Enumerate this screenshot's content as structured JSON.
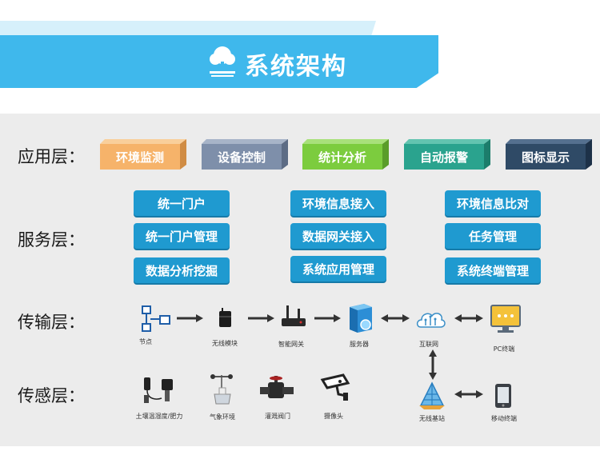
{
  "header": {
    "title": "系统架构"
  },
  "layers": {
    "application": "应用层：",
    "service": "服务层：",
    "transmission": "传输层：",
    "perception": "传感层："
  },
  "application_modules": [
    {
      "label": "环境监测",
      "color": "#f6b36a"
    },
    {
      "label": "设备控制",
      "color": "#7e8faa"
    },
    {
      "label": "统计分析",
      "color": "#7ccc3e"
    },
    {
      "label": "自动报警",
      "color": "#2aa38e"
    },
    {
      "label": "图标显示",
      "color": "#2f4a66"
    }
  ],
  "service_items": {
    "col1": [
      "统一门户",
      "统一门户管理",
      "数据分析挖掘"
    ],
    "col2": [
      "环境信息接入",
      "数据网关接入",
      "系统应用管理"
    ],
    "col3": [
      "环境信息比对",
      "任务管理",
      "系统终端管理"
    ]
  },
  "transmission_nodes": [
    {
      "label": "节点",
      "icon": "node-icon"
    },
    {
      "label": "无线模块",
      "icon": "wireless-module-icon"
    },
    {
      "label": "智能网关",
      "icon": "gateway-icon"
    },
    {
      "label": "服务器",
      "icon": "server-icon"
    },
    {
      "label": "互联网",
      "icon": "cloud-icon"
    },
    {
      "label": "PC终端",
      "icon": "pc-icon"
    }
  ],
  "perception_nodes": [
    {
      "label": "土壤温湿度/肥力",
      "icon": "soil-sensor-icon"
    },
    {
      "label": "气象环境",
      "icon": "weather-station-icon"
    },
    {
      "label": "灌溉阀门",
      "icon": "valve-icon"
    },
    {
      "label": "摄像头",
      "icon": "camera-icon"
    },
    {
      "label": "无线基站",
      "icon": "base-station-icon"
    },
    {
      "label": "移动终端",
      "icon": "mobile-icon"
    }
  ]
}
